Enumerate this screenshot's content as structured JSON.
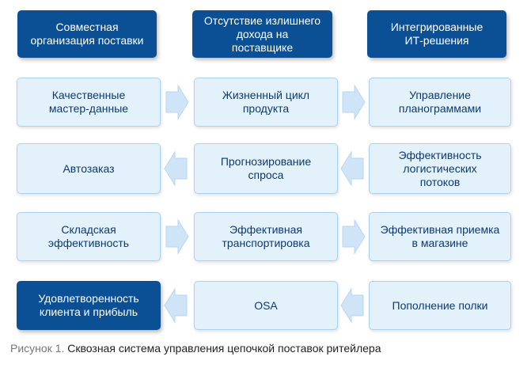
{
  "header_boxes": [
    "Совместная\nорганизация поставки",
    "Отсутствие излишнего\nдохода на\nпоставщике",
    "Интегрированные\nИТ-решения"
  ],
  "rows": [
    [
      "Качественные\nмастер-данные",
      "Жизненный цикл\nпродукта",
      "Управление\nпланограммами"
    ],
    [
      "Автозаказ",
      "Прогнозирование\nспроса",
      "Эффективность\nлогистических\nпотоков"
    ],
    [
      "Складская\nэффективность",
      "Эффективная\nтранспортировка",
      "Эффективная приемка\nв магазине"
    ],
    [
      "Удовлетворенность\nклиента и прибыль",
      "OSA",
      "Пополнение полки"
    ]
  ],
  "caption": {
    "label": "Рисунок 1.",
    "text": " Сквозная система управления цепочкой поставок ритейлера"
  },
  "colors": {
    "dark_box": "#0b4f95",
    "light_box": "#e3f1fb",
    "arrow": "#cfe5f7"
  }
}
